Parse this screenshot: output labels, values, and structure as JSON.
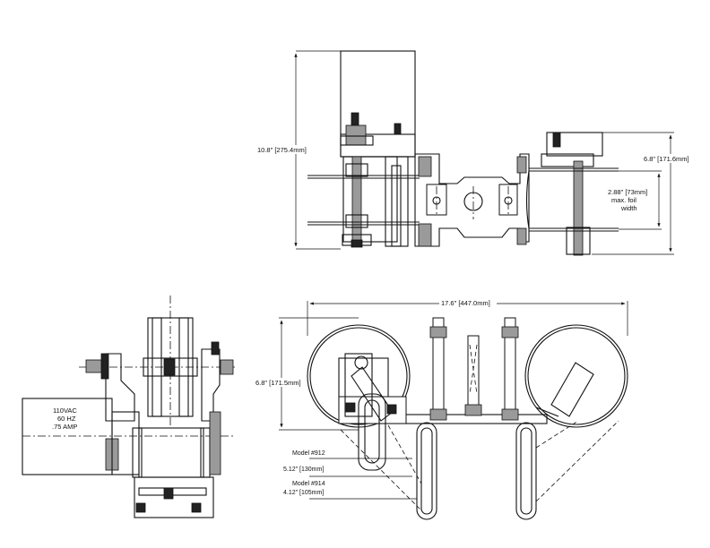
{
  "dimensions": {
    "top_height": "10.8\" [275.4mm]",
    "top_right_height": "6.8\" [171.6mm]",
    "foil_width_value": "2.88\" [73mm]",
    "foil_width_line2": "max. foil",
    "foil_width_line3": "width",
    "overall_length": "17.6\" [447.0mm]",
    "bottom_height": "6.8\" [171.5mm]"
  },
  "models": {
    "m912_label": "Model #912",
    "m912_value": "5.12\" [130mm]",
    "m914_label": "Model #914",
    "m914_value": "4.12\" [105mm]"
  },
  "motor": {
    "line1": "110VAC",
    "line2": "60 HZ",
    "line3": ".75 AMP"
  }
}
